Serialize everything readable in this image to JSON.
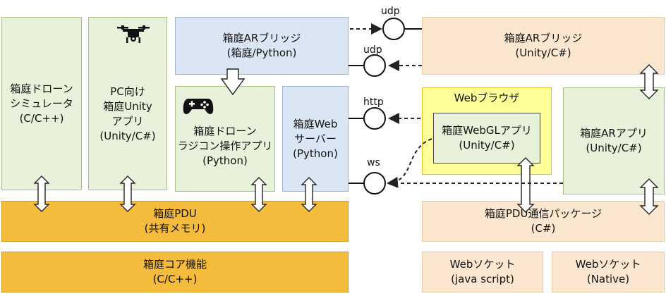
{
  "boxes": {
    "drone_sim": [
      "箱庭ドローン",
      "シミュレータ",
      "(C/C++)"
    ],
    "pc_unity": [
      "PC向け",
      "箱庭Unity",
      "アプリ",
      "(Unity/C#)"
    ],
    "ar_bridge_py": [
      "箱庭ARブリッジ",
      "(箱庭/Python)"
    ],
    "radio_app": [
      "箱庭ドローン",
      "ラジコン操作アプリ",
      "(Python)"
    ],
    "web_server": [
      "箱庭Web",
      "サーバー",
      "(Python)"
    ],
    "pdu": [
      "箱庭PDU",
      "(共有メモリ)"
    ],
    "core": [
      "箱庭コア機能",
      "(C/C++)"
    ],
    "ar_bridge_unity": [
      "箱庭ARブリッジ",
      "(Unity/C#)"
    ],
    "web_browser": "Webブラウザ",
    "webgl_app": [
      "箱庭WebGLアプリ",
      "(Unity/C#)"
    ],
    "ar_app": [
      "箱庭ARアプリ",
      "(Unity/C#)"
    ],
    "pdu_comm": [
      "箱庭PDU通信パッケージ",
      "(C#)"
    ],
    "ws_js": [
      "Webソケット",
      "(java script)"
    ],
    "ws_native": [
      "Webソケット",
      "(Native)"
    ]
  },
  "connections": {
    "udp_top": "udp",
    "udp_mid": "udp",
    "http": "http",
    "ws": "ws"
  },
  "icons": [
    "drone-icon",
    "gamepad-icon"
  ]
}
